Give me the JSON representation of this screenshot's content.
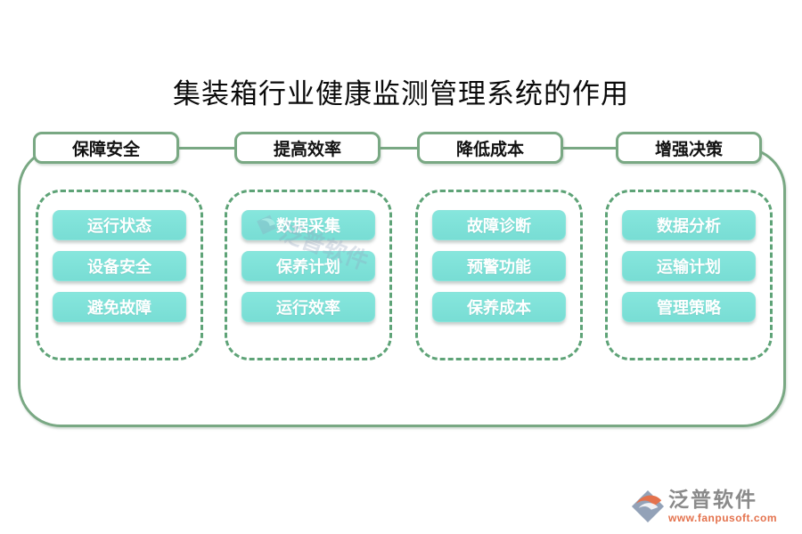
{
  "title": "集装箱行业健康监测管理系统的作用",
  "columns": [
    {
      "header": "保障安全",
      "items": [
        "运行状态",
        "设备安全",
        "避免故障"
      ]
    },
    {
      "header": "提高效率",
      "items": [
        "数据采集",
        "保养计划",
        "运行效率"
      ]
    },
    {
      "header": "降低成本",
      "items": [
        "故障诊断",
        "预警功能",
        "保养成本"
      ]
    },
    {
      "header": "增强决策",
      "items": [
        "数据分析",
        "运输计划",
        "管理策略"
      ]
    }
  ],
  "watermark": {
    "text": "泛普软件"
  },
  "footer": {
    "brand": "泛普软件",
    "website": "www.fanpusoft.com"
  },
  "colors": {
    "frame_green": "#79a883",
    "dash_green": "#5ea377",
    "button_teal": "#7ddfd6",
    "brand_grey": "#8a8a8a",
    "brand_orange": "#e4724d"
  }
}
